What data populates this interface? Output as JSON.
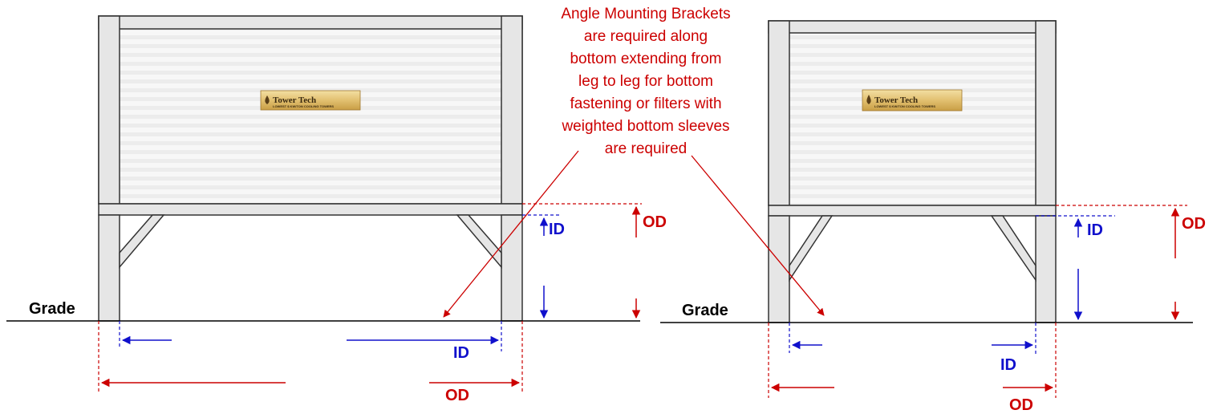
{
  "note": {
    "lines": [
      "Angle Mounting Brackets",
      "are required along",
      "bottom extending from",
      "leg to leg  for bottom",
      "fastening or filters with",
      "weighted bottom sleeves",
      "are required"
    ]
  },
  "labels": {
    "grade": "Grade",
    "id": "ID",
    "od": "OD"
  },
  "logo": {
    "brand": "Tower Tech",
    "tagline": "LOWEST $ KW/TON COOLING TOWERS"
  },
  "colors": {
    "od": "#cc0000",
    "id": "#1010cc",
    "frame": "#e6e6e6",
    "outline": "#333333"
  }
}
